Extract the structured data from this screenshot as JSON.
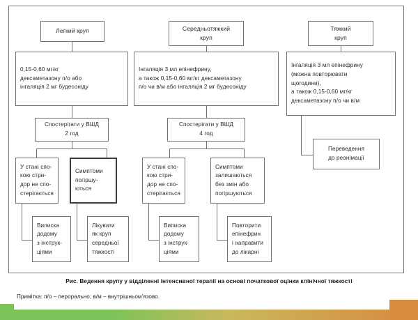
{
  "figure": {
    "caption": "Рис. Ведення крупу у відділенні інтенсивної терапії на основі початкової оцінки клінічної тяжкості",
    "note": "Примітка: п/о – перорально; в/м – внутрішньом’язово."
  },
  "colors": {
    "border": "#6f7276",
    "frame": "#77797c",
    "bold_border": "#3a3c3f",
    "text": "#2b2b2b",
    "bar_green": "#7dc35a",
    "bar_orange": "#d88a3f"
  },
  "columns": [
    {
      "id": "mild",
      "title_lines": [
        "Легкий круп"
      ],
      "treatment_lines": [
        "0,15-0,60 мг/кг",
        "дексаметазону п/о або",
        "інгаляція 2 мг будесоніду"
      ],
      "observe_lines": [
        "Спостерігати у ВШД",
        "2 год"
      ],
      "outcomes": [
        {
          "id": "mild-stable",
          "bold": false,
          "lines": [
            "У стані спо-",
            "кою стри-",
            "дор не спо-",
            "стерігається"
          ],
          "action_lines": [
            "Виписка",
            "додому",
            "з інструк-",
            "ціями"
          ]
        },
        {
          "id": "mild-worsen",
          "bold": true,
          "lines": [
            "Симптоми",
            "погіршу-",
            "ються"
          ],
          "action_lines": [
            "Лікувати",
            "як круп",
            "середньої",
            "тяжкості"
          ]
        }
      ]
    },
    {
      "id": "moderate",
      "title_lines": [
        "Середньотяжкий",
        "круп"
      ],
      "treatment_lines": [
        "Інгаляція 3 мл епінефрину,",
        "а також 0,15-0,60 мг/кг дексаметазону",
        "п/о чи в/м або інгаляція 2 мг будесоніду"
      ],
      "observe_lines": [
        "Спостерігати у ВШД",
        "4 год"
      ],
      "outcomes": [
        {
          "id": "moderate-stable",
          "bold": false,
          "lines": [
            "У стані спо-",
            "кою стри-",
            "дор не спо-",
            "стерігається"
          ],
          "action_lines": [
            "Виписка",
            "додому",
            "з інструк-",
            "ціями"
          ]
        },
        {
          "id": "moderate-worsen",
          "bold": false,
          "lines": [
            "Симптоми",
            "залишаються",
            "без змін або",
            "погіршуються"
          ],
          "action_lines": [
            "Повторити",
            "епінефрин",
            "і направити",
            "до лікарні"
          ]
        }
      ]
    },
    {
      "id": "severe",
      "title_lines": [
        "Тяжкий",
        "круп"
      ],
      "treatment_lines": [
        "Інгаляція 3 мл епінефрину",
        "(можна повторювати",
        "щогодини),",
        "а також 0,15-0,60 мг/кг",
        "дексаметазону п/о чи в/м"
      ],
      "final_lines": [
        "Переведення",
        "до реанімації"
      ]
    }
  ]
}
